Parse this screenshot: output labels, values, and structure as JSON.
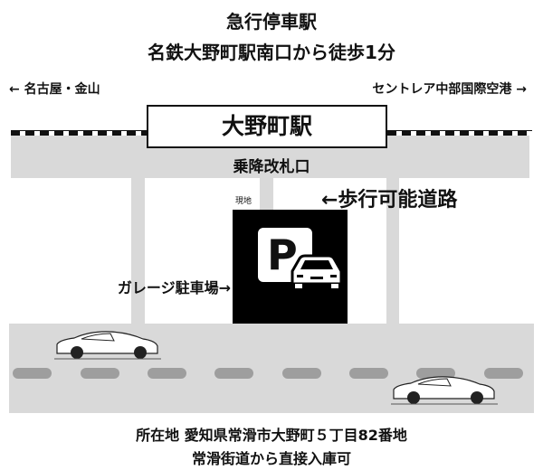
{
  "header": {
    "line1": "急行停車駅",
    "line2": "名鉄大野町駅南口から徒歩1分"
  },
  "directions": {
    "left": "← 名古屋・金山",
    "right": "セントレア中部国際空港 →"
  },
  "station": {
    "name": "大野町駅",
    "gate": "乗降改札口"
  },
  "map": {
    "site_label": "現地",
    "walkway_label": "←歩行可能道路",
    "garage_label": "ガレージ駐車場→",
    "parking_letter": "P"
  },
  "footer": {
    "address": "所在地 愛知県常滑市大野町５丁目82番地",
    "access": "常滑街道から直接入庫可"
  },
  "colors": {
    "road": "#d9d9d9",
    "lane_marking": "#9e9e9e",
    "parking": "#000000"
  }
}
